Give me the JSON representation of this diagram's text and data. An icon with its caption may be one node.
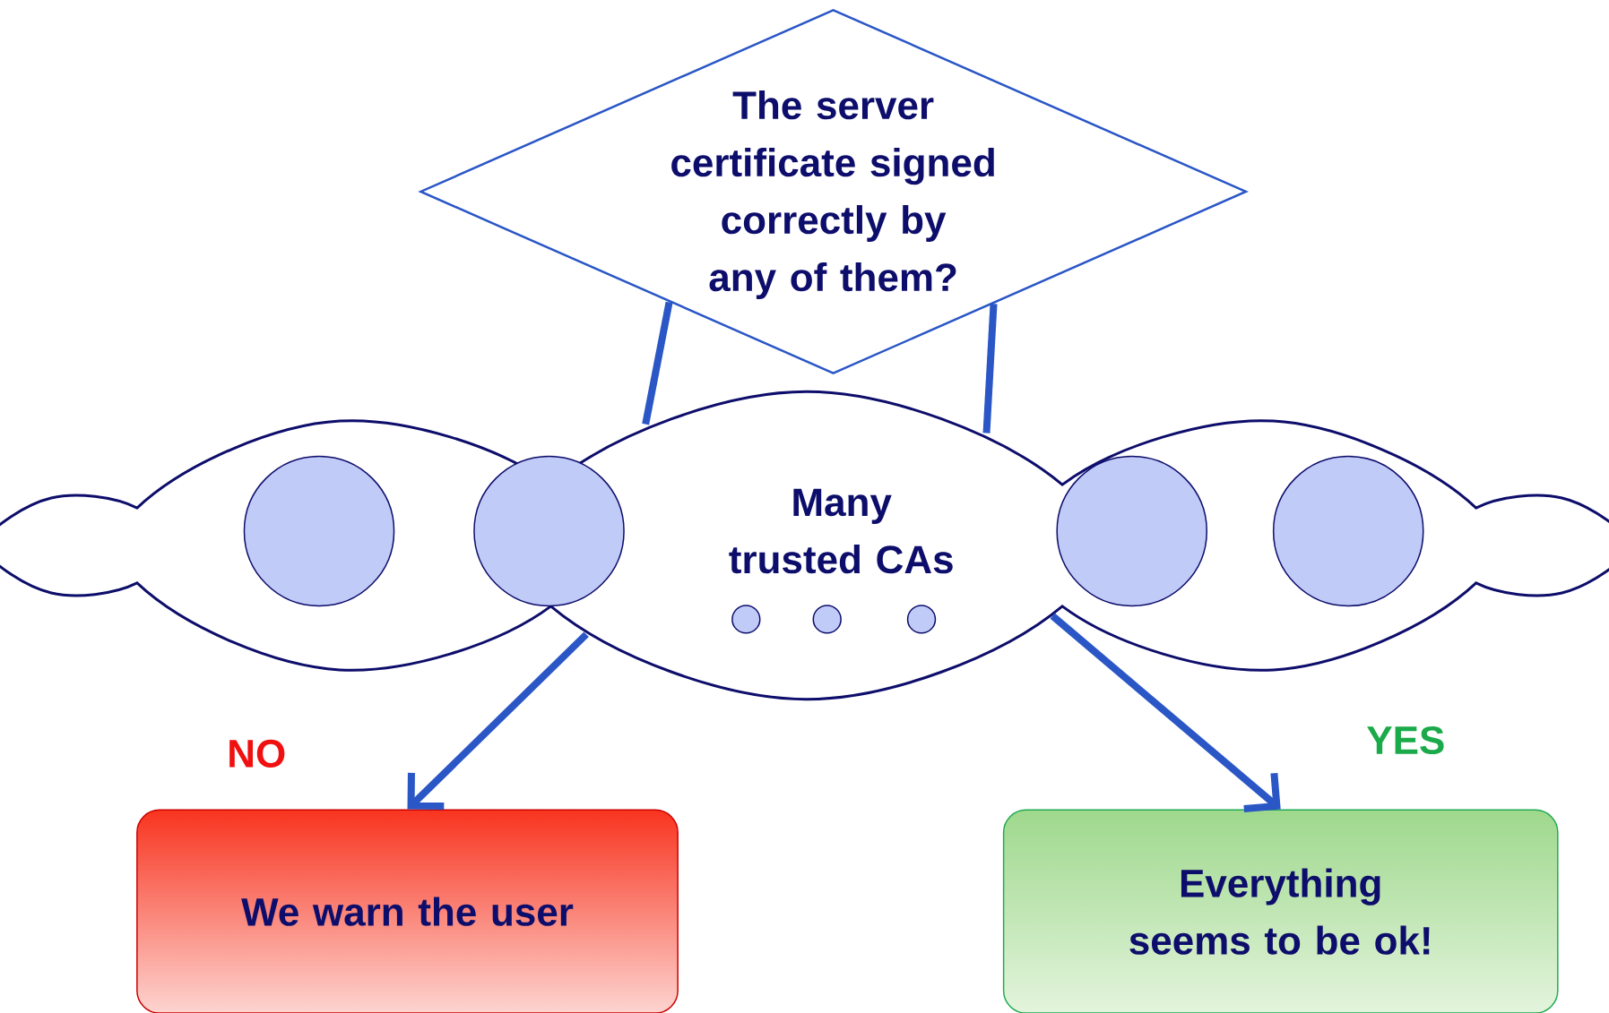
{
  "diagram": {
    "nodes": [
      {
        "text": [
          "The server certificate signed correctly by any of them?"
        ]
      },
      {
        "text": [
          "Many trusted CAs"
        ]
      },
      {
        "text": [],
        "shape": "circle",
        "in": 1
      },
      {
        "text": [],
        "shape": "circle",
        "in": 1
      },
      {
        "text": [],
        "shape": "circle",
        "in": 1
      },
      {
        "text": [],
        "shape": "circle",
        "in": 1
      },
      {
        "text": [],
        "shape": "circle",
        "in": 1
      },
      {
        "text": [],
        "shape": "circle",
        "in": 1
      },
      {
        "text": [],
        "shape": "circle",
        "in": 1
      },
      {
        "text": [
          "We warn the user"
        ]
      },
      {
        "text": [
          "Everything seems to be ok!"
        ]
      }
    ],
    "edges": [
      {
        "from": 0,
        "to": 1,
        "arrow": "none"
      },
      {
        "from": 0,
        "to": 1,
        "arrow": "none"
      },
      {
        "from": 1,
        "to": 9,
        "arrow": "to",
        "label": "NO"
      },
      {
        "from": 1,
        "to": 10,
        "arrow": "to",
        "label": "YES"
      }
    ]
  }
}
